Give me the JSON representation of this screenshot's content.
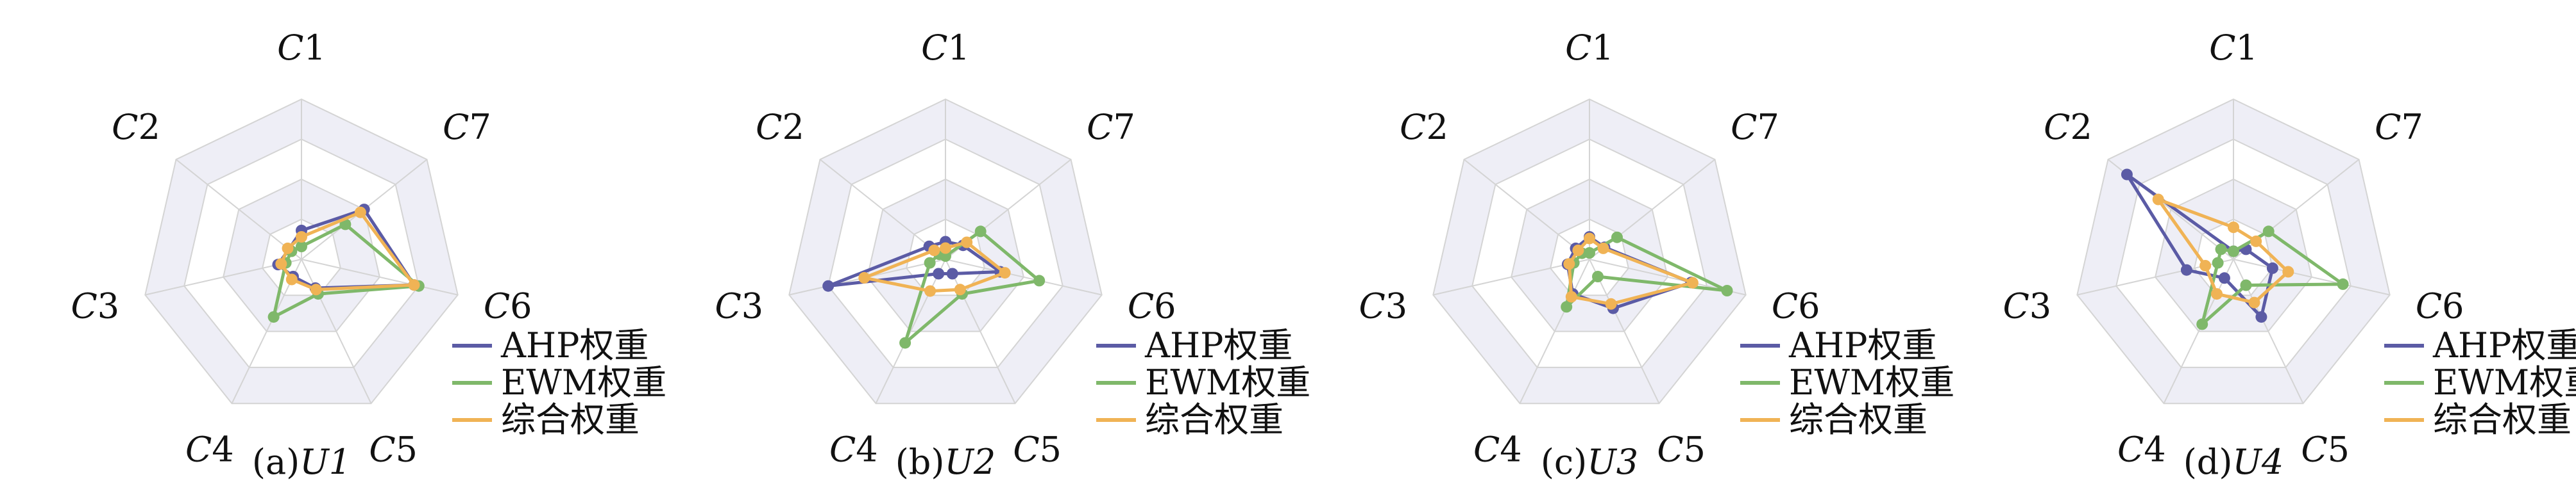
{
  "colors": {
    "ahp": "#5b5ba5",
    "ewm": "#7fb86a",
    "combined": "#f0b355",
    "ring_fill": "#eeeef6",
    "grid": "#d4d4d4"
  },
  "legend": {
    "ahp": "AHP权重",
    "ewm": "EWM权重",
    "combined": "综合权重"
  },
  "chart_data": [
    {
      "type": "radar",
      "caption_prefix": "(a)",
      "caption_var": "U1",
      "axes": [
        {
          "var": "C",
          "num": "1"
        },
        {
          "var": "C",
          "num": "7"
        },
        {
          "var": "C",
          "num": "6"
        },
        {
          "var": "C",
          "num": "5"
        },
        {
          "var": "C",
          "num": "4"
        },
        {
          "var": "C",
          "num": "3"
        },
        {
          "var": "C",
          "num": "2"
        }
      ],
      "ylim": [
        0,
        1
      ],
      "series": [
        {
          "name": "AHP权重",
          "color_key": "ahp",
          "values": [
            0.18,
            0.5,
            0.72,
            0.2,
            0.12,
            0.15,
            0.1
          ]
        },
        {
          "name": "EWM权重",
          "color_key": "ewm",
          "values": [
            0.08,
            0.35,
            0.75,
            0.24,
            0.4,
            0.1,
            0.08
          ]
        },
        {
          "name": "综合权重",
          "color_key": "combined",
          "values": [
            0.14,
            0.47,
            0.72,
            0.21,
            0.14,
            0.13,
            0.11
          ]
        }
      ]
    },
    {
      "type": "radar",
      "caption_prefix": "(b)",
      "caption_var": "U2",
      "axes": [
        {
          "var": "C",
          "num": "1"
        },
        {
          "var": "C",
          "num": "7"
        },
        {
          "var": "C",
          "num": "6"
        },
        {
          "var": "C",
          "num": "5"
        },
        {
          "var": "C",
          "num": "4"
        },
        {
          "var": "C",
          "num": "3"
        },
        {
          "var": "C",
          "num": "2"
        }
      ],
      "ylim": [
        0,
        1
      ],
      "series": [
        {
          "name": "AHP权重",
          "color_key": "ahp",
          "values": [
            0.11,
            0.14,
            0.35,
            0.1,
            0.1,
            0.75,
            0.13
          ]
        },
        {
          "name": "EWM权重",
          "color_key": "ewm",
          "values": [
            0.02,
            0.28,
            0.6,
            0.24,
            0.58,
            0.1,
            0.05
          ]
        },
        {
          "name": "综合权重",
          "color_key": "combined",
          "values": [
            0.07,
            0.17,
            0.38,
            0.21,
            0.22,
            0.52,
            0.09
          ]
        }
      ]
    },
    {
      "type": "radar",
      "caption_prefix": "(c)",
      "caption_var": "U3",
      "axes": [
        {
          "var": "C",
          "num": "1"
        },
        {
          "var": "C",
          "num": "7"
        },
        {
          "var": "C",
          "num": "6"
        },
        {
          "var": "C",
          "num": "5"
        },
        {
          "var": "C",
          "num": "4"
        },
        {
          "var": "C",
          "num": "3"
        },
        {
          "var": "C",
          "num": "2"
        }
      ],
      "ylim": [
        0,
        1
      ],
      "series": [
        {
          "name": "AHP权重",
          "color_key": "ahp",
          "values": [
            0.14,
            0.12,
            0.65,
            0.34,
            0.24,
            0.14,
            0.11
          ]
        },
        {
          "name": "EWM权重",
          "color_key": "ewm",
          "values": [
            0.04,
            0.22,
            0.88,
            0.12,
            0.33,
            0.1,
            0.06
          ]
        },
        {
          "name": "综合权重",
          "color_key": "combined",
          "values": [
            0.13,
            0.11,
            0.66,
            0.31,
            0.26,
            0.13,
            0.09
          ]
        }
      ]
    },
    {
      "type": "radar",
      "caption_prefix": "(d)",
      "caption_var": "U4",
      "axes": [
        {
          "var": "C",
          "num": "1"
        },
        {
          "var": "C",
          "num": "7"
        },
        {
          "var": "C",
          "num": "6"
        },
        {
          "var": "C",
          "num": "5"
        },
        {
          "var": "C",
          "num": "4"
        },
        {
          "var": "C",
          "num": "3"
        },
        {
          "var": "C",
          "num": "2"
        }
      ],
      "ylim": [
        0,
        1
      ],
      "series": [
        {
          "name": "AHP权重",
          "color_key": "ahp",
          "values": [
            0.05,
            0.1,
            0.25,
            0.4,
            0.13,
            0.3,
            0.85
          ]
        },
        {
          "name": "EWM权重",
          "color_key": "ewm",
          "values": [
            0.05,
            0.28,
            0.7,
            0.18,
            0.45,
            0.1,
            0.1
          ]
        },
        {
          "name": "综合权重",
          "color_key": "combined",
          "values": [
            0.2,
            0.18,
            0.35,
            0.3,
            0.24,
            0.18,
            0.6
          ]
        }
      ]
    }
  ]
}
